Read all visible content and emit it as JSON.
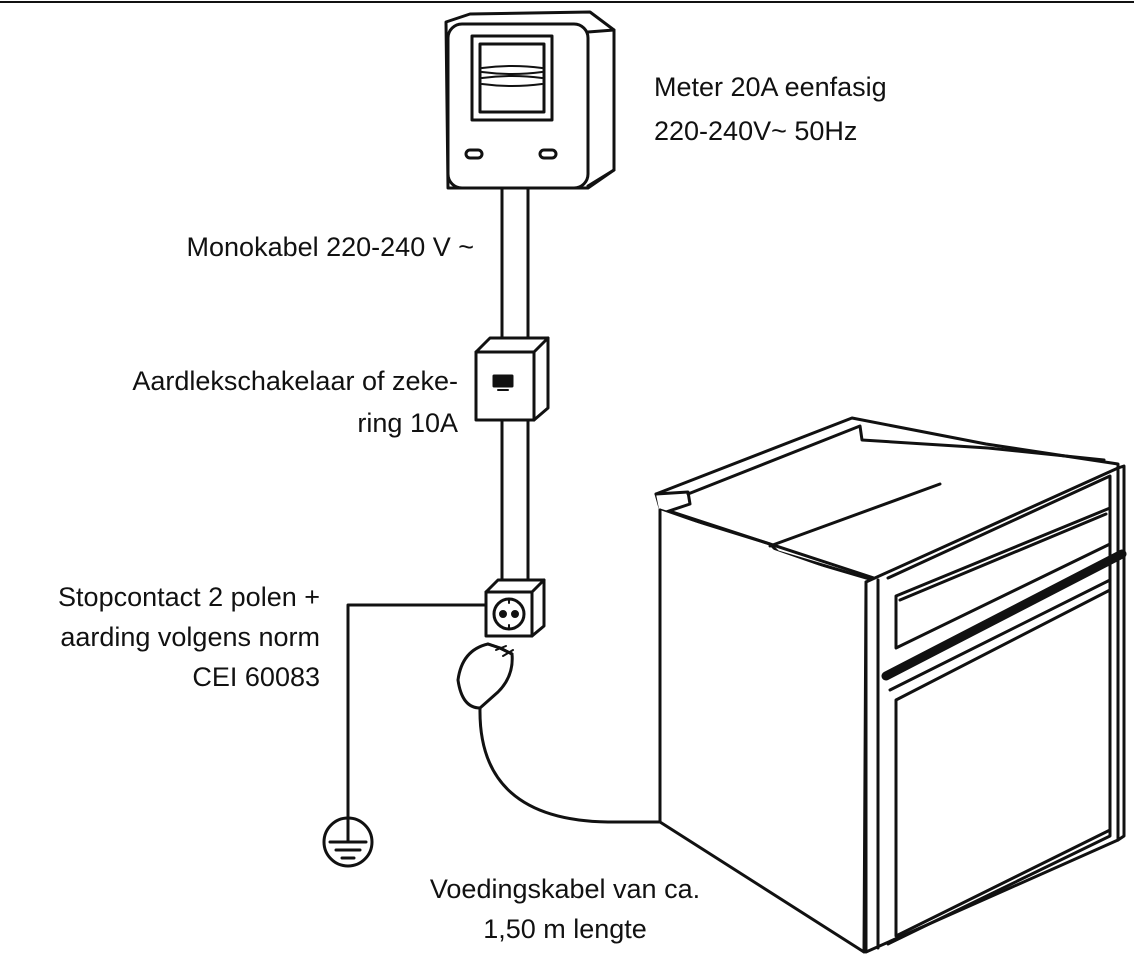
{
  "colors": {
    "line": "#111111",
    "background": "#ffffff",
    "fill_light": "#f4f4f4"
  },
  "labels": {
    "meter_line1": "Meter 20A eenfasig",
    "meter_line2": "220-240V~ 50Hz",
    "monokabel": "Monokabel  220-240 V ~",
    "breaker_line1": "Aardlekschakelaar of zeke-",
    "breaker_line2": "ring 10A",
    "socket_line1": "Stopcontact 2 polen +",
    "socket_line2": "aarding volgens norm",
    "socket_line3": "CEI 60083",
    "cable_line1": "Voedingskabel van ca.",
    "cable_line2": "1,50 m lengte"
  },
  "icons": [
    "meter-icon",
    "breaker-icon",
    "socket-icon",
    "plug-icon",
    "ground-icon",
    "oven-icon"
  ]
}
